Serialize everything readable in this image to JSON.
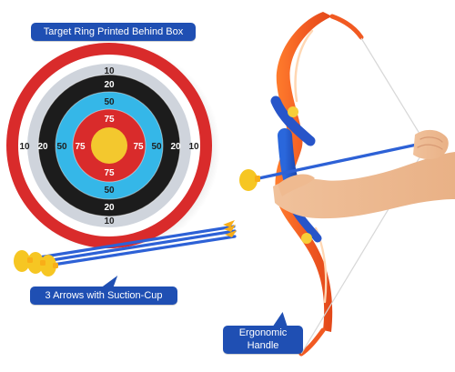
{
  "callouts": {
    "top": "Target Ring Printed Behind Box",
    "left": "3 Arrows with Suction-Cup",
    "right_line1": "Ergonomic",
    "right_line2": "Handle"
  },
  "target": {
    "score_labels": {
      "outer": "10",
      "ring2": "20",
      "ring3": "50",
      "ring4": "75"
    }
  },
  "colors": {
    "callout_blue": "#1f4fb3",
    "target_red": "#d92b2b",
    "target_black": "#1c1c1c",
    "target_cyan": "#35b7e8",
    "target_yellow": "#f3c82e",
    "bow_orange": "#f25c1f",
    "bow_blue": "#2755c9",
    "arrow_blue": "#2d61d6",
    "suction_yellow": "#f6c623",
    "skin": "#f2c39d"
  }
}
